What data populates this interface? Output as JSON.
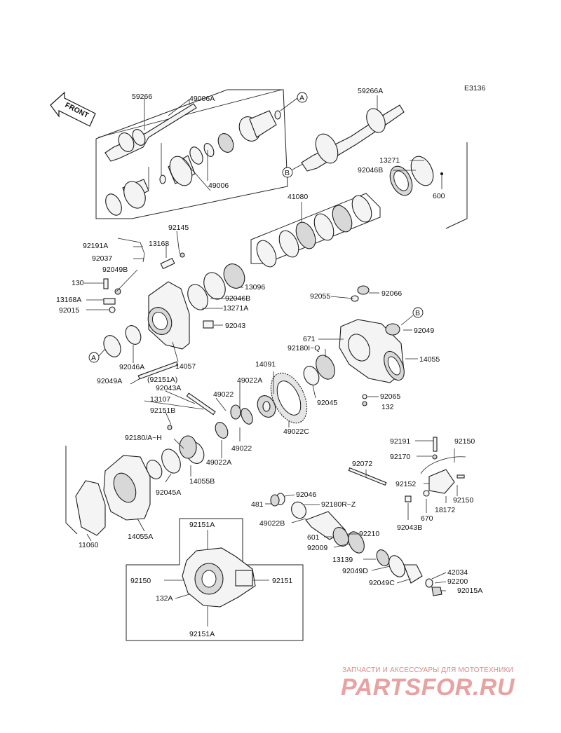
{
  "diagram_code": "E3136",
  "front_label": "FRONT",
  "callouts": {
    "A": "A",
    "B": "B"
  },
  "part_labels": [
    "59266",
    "49006A",
    "59266A",
    "13271",
    "92046B",
    "600",
    "49006",
    "41080",
    "92145",
    "92191A",
    "13168",
    "92037",
    "92049B",
    "130",
    "13168A",
    "92015",
    "13096",
    "92046B",
    "13271A",
    "92043",
    "92055",
    "92066",
    "671",
    "92049",
    "92180I~Q",
    "14055",
    "92046A",
    "14057",
    "92049A",
    "(92151A)",
    "14091",
    "49022A",
    "92043A",
    "49022",
    "13107",
    "92151B",
    "92180/A~H",
    "49022",
    "49022A",
    "14055B",
    "92045A",
    "49022C",
    "92045",
    "92065",
    "132",
    "92191",
    "92150",
    "92170",
    "92072",
    "92152",
    "18172",
    "92150",
    "670",
    "92043B",
    "481",
    "92046",
    "92180R~Z",
    "49022B",
    "601",
    "92210",
    "92009",
    "13139",
    "92049D",
    "42034",
    "92049C",
    "92200",
    "92015A",
    "11060",
    "14055A",
    "92151A",
    "92150",
    "92151",
    "132A",
    "92151A"
  ],
  "watermark": {
    "caption": "ЗАПЧАСТИ И АКСЕССУАРЫ ДЛЯ МОТОТЕХНИКИ",
    "logo": "PARTSFOR.RU"
  }
}
